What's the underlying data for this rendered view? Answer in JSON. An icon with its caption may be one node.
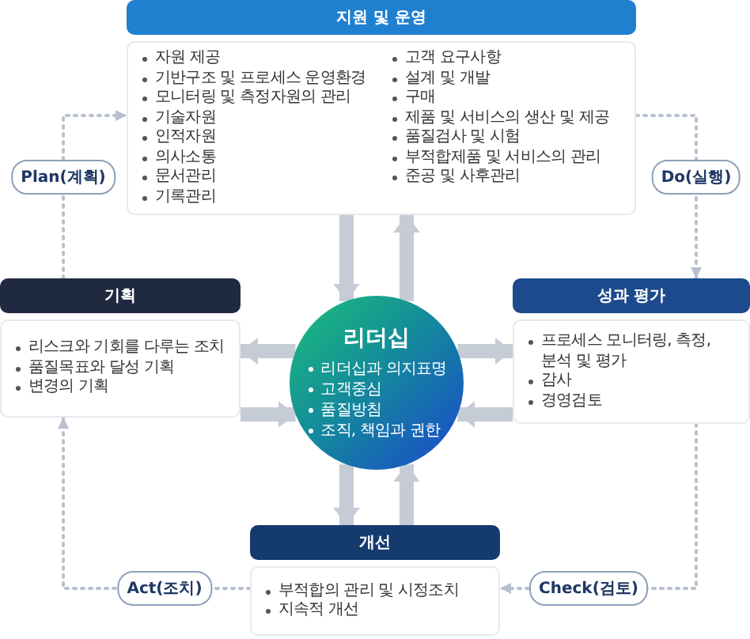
{
  "diagram": {
    "nodes": [
      {
        "text": [
          "지원 및 운영",
          "자원 제공",
          "기반구조 및 프로세스 운영환경",
          "모니터링 및 측정자원의 관리",
          "기술자원",
          "인적자원",
          "의사소통",
          "문서관리",
          "기록관리",
          "고객 요구사항",
          "설계 및 개발",
          "구매",
          "제품 및 서비스의 생산 및 제공",
          "품질검사 및 시험",
          "부적합제품 및 서비스의 관리",
          "준공 및 사후관리"
        ]
      },
      {
        "text": [
          "기획",
          "리스크와 기회를 다루는 조치",
          "품질목표와 달성 기획",
          "변경의 기획"
        ]
      },
      {
        "text": [
          "리더십",
          "리더십과 의지표명",
          "고객중심",
          "품질방침",
          "조직, 책임과 권한"
        ]
      },
      {
        "text": [
          "성과 평가",
          "프로세스 모니터링, 측정, 분석 및 평가",
          "감사",
          "경영검토"
        ]
      },
      {
        "text": [
          "개선",
          "부적합의 관리 및 시정조치",
          "지속적 개선"
        ]
      }
    ],
    "edges": [
      {
        "from": 1,
        "to": 0,
        "arrow": "to",
        "label": "Plan(계획)",
        "style": "dashed"
      },
      {
        "from": 0,
        "to": 3,
        "arrow": "to",
        "label": "Do(실행)",
        "style": "dashed"
      },
      {
        "from": 3,
        "to": 4,
        "arrow": "to",
        "label": "Check(검토)",
        "style": "dashed"
      },
      {
        "from": 4,
        "to": 1,
        "arrow": "to",
        "label": "Act(조치)",
        "style": "dashed"
      },
      {
        "from": 0,
        "to": 2,
        "arrow": "to"
      },
      {
        "from": 2,
        "to": 0,
        "arrow": "to"
      },
      {
        "from": 2,
        "to": 1,
        "arrow": "to"
      },
      {
        "from": 1,
        "to": 2,
        "arrow": "to"
      },
      {
        "from": 2,
        "to": 3,
        "arrow": "to"
      },
      {
        "from": 3,
        "to": 2,
        "arrow": "to"
      },
      {
        "from": 2,
        "to": 4,
        "arrow": "to"
      },
      {
        "from": 4,
        "to": 2,
        "arrow": "to"
      }
    ]
  }
}
